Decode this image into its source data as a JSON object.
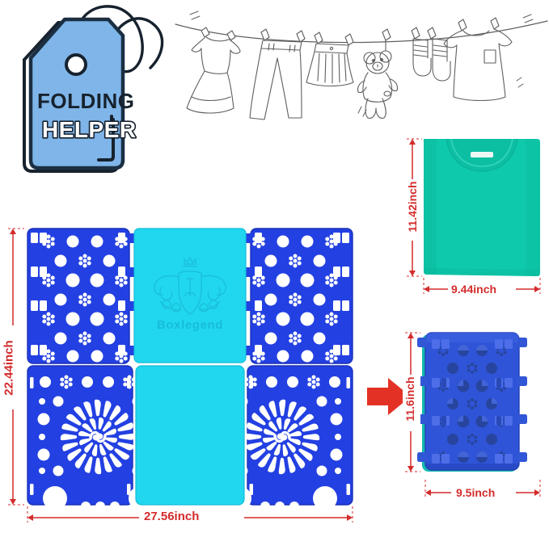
{
  "page": {
    "title": "Boxlegend Folding Helper product infographic",
    "background_color": "#ffffff"
  },
  "hang_tag": {
    "name": "folding-helper-hang-tag",
    "line1": "FOLDING",
    "line2": "HELPER",
    "tag_fill": "#7fb5e8",
    "outline_color": "#1b2f42",
    "string_color": "#17222e",
    "line1_color": "#17222e",
    "line2_color": "#ffffff"
  },
  "clothesline": {
    "name": "clothesline-illustration",
    "style": "line-art-sketch",
    "stroke_color": "#5a5a5a",
    "items": [
      "dress",
      "pants",
      "skirt",
      "teddy-bear",
      "socks",
      "t-shirt"
    ],
    "pegs": 11
  },
  "main_board": {
    "name": "folding-board-unfolded",
    "brand_text": "Boxlegend",
    "brand_crest": "heraldic-crest",
    "panel_blue": "#2340e2",
    "panel_blue_dark": "#1b31b6",
    "panel_cyan": "#21d7f0",
    "panel_cyan_dark": "#12bcd8",
    "hole_color": "#ffffff",
    "dimensions": {
      "height_label": "22.44inch",
      "width_label": "27.56inch",
      "label_color": "#d42c2c"
    },
    "panels": [
      {
        "id": "top-left",
        "pattern": "dot-flower-grid"
      },
      {
        "id": "top-right",
        "pattern": "dot-flower-grid"
      },
      {
        "id": "bottom-left",
        "pattern": "spiral-sunburst"
      },
      {
        "id": "bottom-right",
        "pattern": "spiral-sunburst"
      },
      {
        "id": "center-top",
        "pattern": "brand-crest"
      },
      {
        "id": "center-bottom",
        "pattern": "plain"
      }
    ],
    "hinge_count_per_side": 4
  },
  "folded_shirt": {
    "name": "folded-t-shirt",
    "color": "#0fc9ac",
    "color_shadow": "#0bb79c",
    "label_tag_color": "#eef7f4",
    "dimensions": {
      "height_label": "11.42inch",
      "width_label": "9.44inch",
      "label_color": "#d42c2c"
    }
  },
  "folded_board": {
    "name": "folding-board-folded",
    "panel_blue": "#2f54d8",
    "panel_blue_dark": "#2341b4",
    "edge_teal": "#13b9b0",
    "hole_color": "#27459e",
    "dimensions": {
      "height_label": "11.6inch",
      "width_label": "9.5inch",
      "label_color": "#d42c2c"
    }
  },
  "transition_arrow": {
    "name": "fold-transition-arrow",
    "direction": "right",
    "color": "#e33225"
  }
}
